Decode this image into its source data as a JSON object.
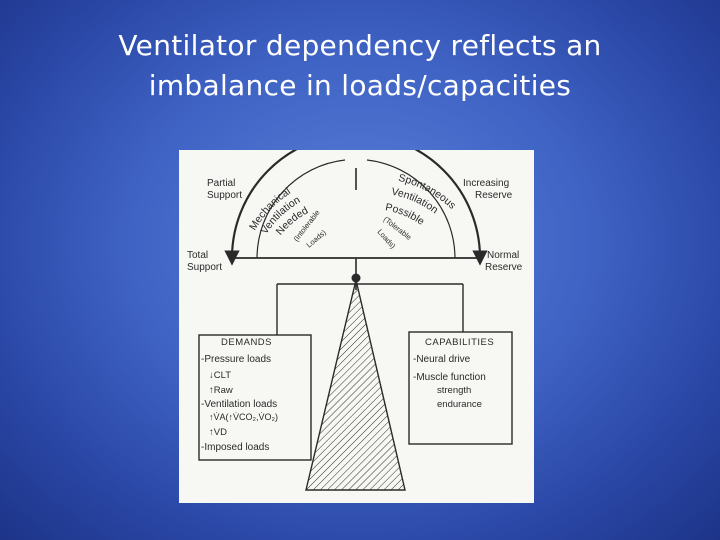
{
  "slide": {
    "title_line1": "Ventilator dependency reflects an",
    "title_line2": "imbalance in loads/capacities"
  },
  "diagram": {
    "gauge": {
      "partial_support": [
        "Partial",
        "Support"
      ],
      "total_support": [
        "Total",
        "Support"
      ],
      "increasing_reserve": [
        "Increasing",
        "Reserve"
      ],
      "normal_reserve": [
        "Normal",
        "Reserve"
      ],
      "left_arc_label": [
        "Mechanical",
        "Ventilation",
        "Needed"
      ],
      "left_arc_sub": [
        "(Intolerable",
        "Loads)"
      ],
      "right_arc_label": [
        "Spontaneous",
        "Ventilation",
        "Possible"
      ],
      "right_arc_sub": [
        "(Tolerable",
        "Loads)"
      ]
    },
    "demands": {
      "heading": "DEMANDS",
      "pressure_loads": "-Pressure loads",
      "c_lt": "↓CLT",
      "r_aw": "↑Raw",
      "ventilation_loads": "-Ventilation loads",
      "v_a": "↑V̇A(↑V̇CO₂,V̇O₂)",
      "v_d": "↑VD",
      "imposed_loads": "-Imposed loads"
    },
    "capabilities": {
      "heading": "CAPABILITIES",
      "neural_drive": "-Neural drive",
      "muscle_function": "-Muscle function",
      "strength": "strength",
      "endurance": "endurance"
    }
  },
  "colors": {
    "ink": "#2a2a2a",
    "paper": "#f7f7f4",
    "text": "#ffffff"
  }
}
